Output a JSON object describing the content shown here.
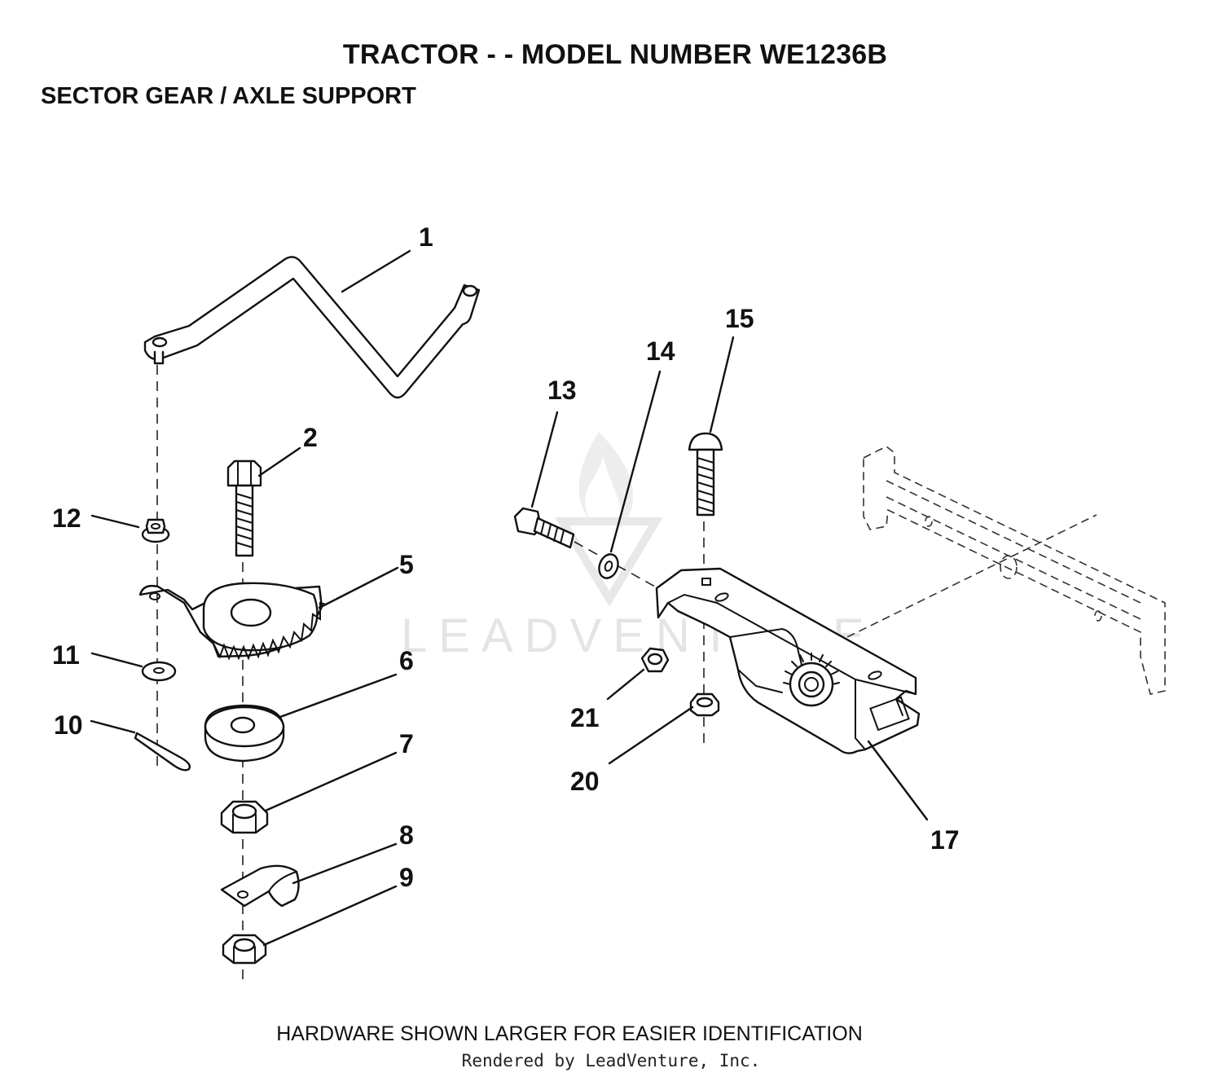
{
  "header": {
    "title": "TRACTOR - - MODEL NUMBER WE1236B",
    "subtitle": "SECTOR GEAR / AXLE SUPPORT"
  },
  "callouts": {
    "c1": "1",
    "c2": "2",
    "c5": "5",
    "c6": "6",
    "c7": "7",
    "c8": "8",
    "c9": "9",
    "c10": "10",
    "c11": "11",
    "c12": "12",
    "c13": "13",
    "c14": "14",
    "c15": "15",
    "c17": "17",
    "c20": "20",
    "c21": "21"
  },
  "watermark": {
    "text": "LEADVENTURE"
  },
  "footer": {
    "note": "HARDWARE SHOWN LARGER FOR EASIER IDENTIFICATION",
    "credit": "Rendered by LeadVenture, Inc."
  }
}
